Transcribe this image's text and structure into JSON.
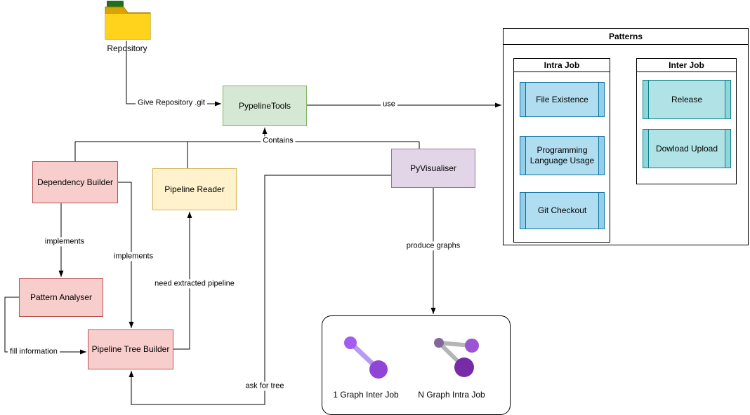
{
  "repository": {
    "label": "Repository"
  },
  "nodes": {
    "pypeline_tools": {
      "label": "PypelineTools"
    },
    "dependency_builder": {
      "label": "Dependency Builder"
    },
    "pipeline_reader": {
      "label": "Pipeline Reader"
    },
    "py_visualiser": {
      "label": "PyVisualiser"
    },
    "pattern_analyser": {
      "label": "Pattern Analyser"
    },
    "pipeline_tree_builder": {
      "label": "Pipeline Tree Builder"
    }
  },
  "edges": {
    "give_repository": {
      "label": "Give Repository .git"
    },
    "use": {
      "label": "use"
    },
    "contains": {
      "label": "Contains"
    },
    "implements_a": {
      "label": "implements"
    },
    "implements_b": {
      "label": "implements"
    },
    "need_extracted_pipeline": {
      "label": "need extracted pipeline"
    },
    "fill_information": {
      "label": "fill information"
    },
    "ask_for_tree": {
      "label": "ask for tree"
    },
    "produce_graphs": {
      "label": "produce graphs"
    }
  },
  "patterns": {
    "title": "Patterns",
    "intra_job": {
      "title": "Intra Job",
      "items": [
        "File Existence",
        "Programming Language Usage",
        "Git Checkout"
      ]
    },
    "inter_job": {
      "title": "Inter Job",
      "items": [
        "Release",
        "Dowload Upload"
      ]
    }
  },
  "graphs": {
    "inter": {
      "label": "1 Graph Inter Job"
    },
    "intra": {
      "label": "N Graph Intra Job"
    }
  },
  "colors": {
    "node_green_fill": "#d5e8d4",
    "node_green_stroke": "#82b366",
    "node_pink_fill": "#f8cecc",
    "node_pink_stroke": "#b85450",
    "node_yellow_fill": "#fff2cc",
    "node_yellow_stroke": "#d6b656",
    "node_purple_fill": "#e1d5e7",
    "node_purple_stroke": "#9673a6",
    "process_blue_fill": "#b1ddf0",
    "process_blue_stroke": "#10739e",
    "process_cyan_fill": "#b0e3e6",
    "process_cyan_stroke": "#0e8088",
    "folder_yellow": "#ffd21c",
    "edge_color": "#000000",
    "graph_purple_light": "#a35bf0",
    "graph_purple_dark": "#782ba6",
    "graph_edge_gray": "#b5b5b5"
  }
}
